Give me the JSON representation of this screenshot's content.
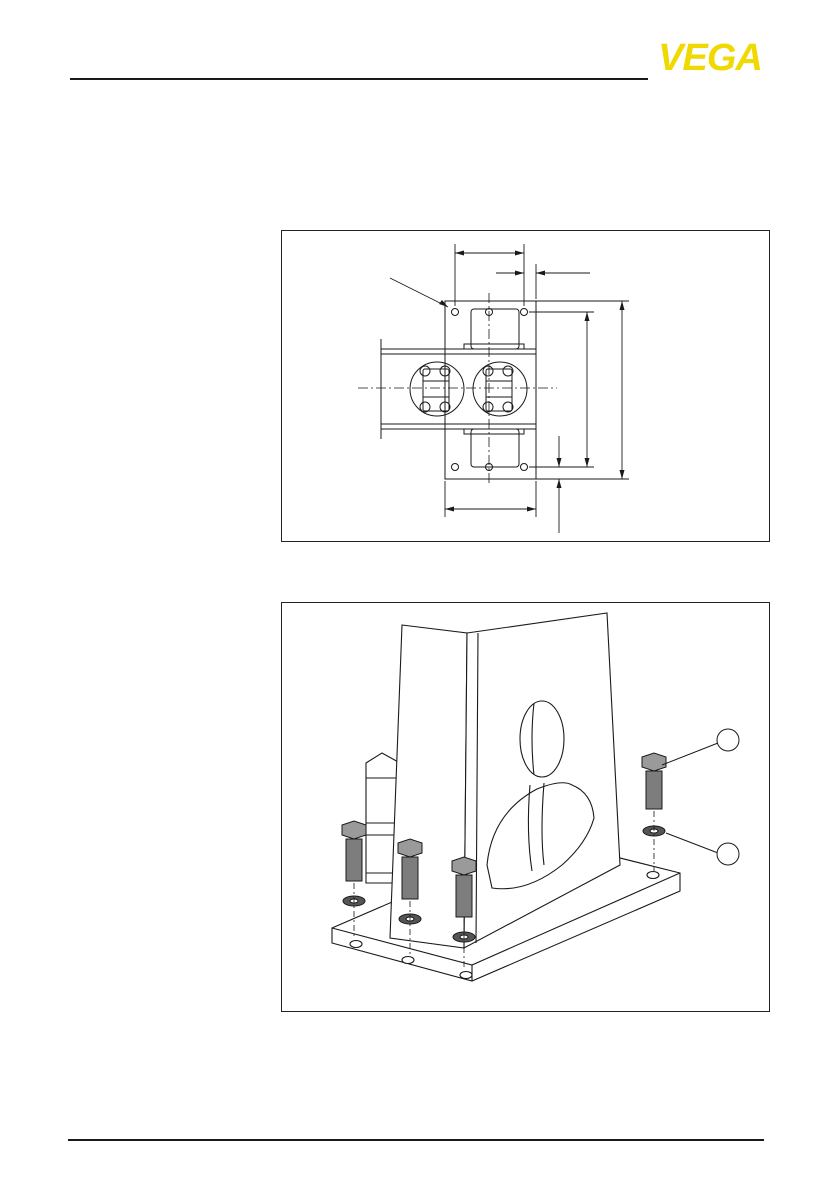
{
  "brand": {
    "logo_text": "VEGA",
    "color": "#f0d900",
    "logo_kind": "company-logo"
  },
  "figures": [
    {
      "name": "mounting-plate-dimension-drawing",
      "kind": "technical-drawing"
    },
    {
      "name": "pedestal-mounting-drawing",
      "kind": "technical-drawing",
      "callouts": [
        {
          "label": ""
        },
        {
          "label": ""
        }
      ]
    }
  ]
}
